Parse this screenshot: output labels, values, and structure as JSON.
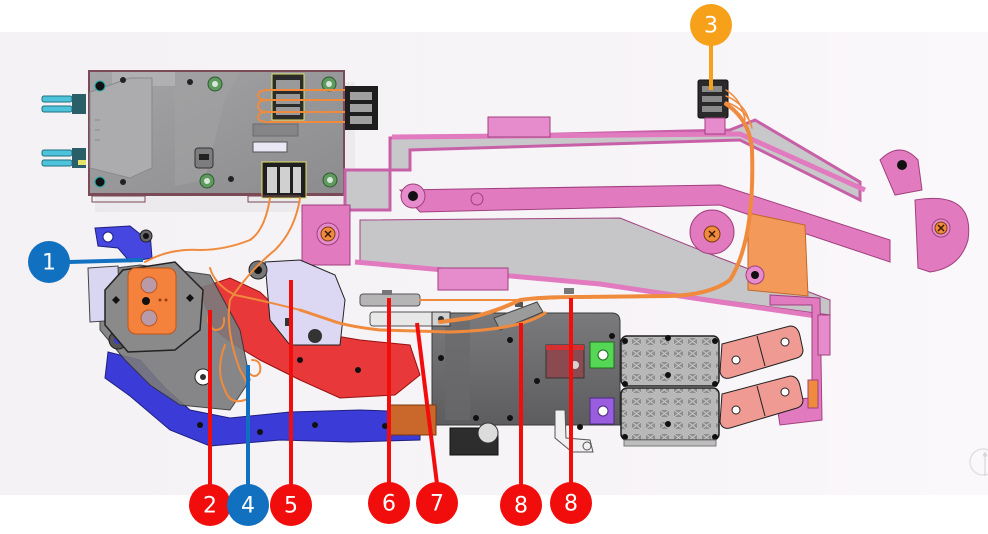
{
  "figure": {
    "type": "exploded CAD view of harness/actuator assembly with numbered callouts",
    "colors": {
      "background": "#ffffff",
      "render_background": "#f6f3f6",
      "callout_red": "#f20d0d",
      "callout_blue": "#1170c0",
      "callout_orange": "#f7a11a",
      "frame_pink": "#e27ac0",
      "panel_grey": "#c9c9cc",
      "module_grey": "#6e6e70",
      "control_unit_grey": "#9a9a9c",
      "wire_orange": "#f08a3c",
      "bracket_red": "#e8383a",
      "bracket_blue": "#3b3bd8",
      "terminal_salmon": "#f09a94",
      "tab_green": "#55d655",
      "tab_purple": "#9a5de0",
      "connector_cyan": "#4cc3da"
    },
    "components": [
      {
        "name": "control-unit",
        "description": "grey electronic control unit with connectors (top left)"
      },
      {
        "name": "pink-frame",
        "description": "pink structural frame with grey panels"
      },
      {
        "name": "round-motor-flange",
        "description": "orange round connector flange"
      },
      {
        "name": "red-bracket",
        "description": "red mounting bracket"
      },
      {
        "name": "blue-bracket",
        "description": "blue lower bracket"
      },
      {
        "name": "grey-module",
        "description": "dark grey module housing"
      },
      {
        "name": "cell-blocks",
        "description": "two grey lattice blocks"
      },
      {
        "name": "bus-terminals",
        "description": "two salmon busbar terminals"
      },
      {
        "name": "orange-harness",
        "description": "orange wire harness routing"
      }
    ]
  },
  "callouts": [
    {
      "id": "1",
      "label": "1",
      "color": "blue"
    },
    {
      "id": "2",
      "label": "2",
      "color": "red"
    },
    {
      "id": "3",
      "label": "3",
      "color": "orange"
    },
    {
      "id": "4",
      "label": "4",
      "color": "blue"
    },
    {
      "id": "5",
      "label": "5",
      "color": "red"
    },
    {
      "id": "6",
      "label": "6",
      "color": "red"
    },
    {
      "id": "7",
      "label": "7",
      "color": "red"
    },
    {
      "id": "8a",
      "label": "8",
      "color": "red"
    },
    {
      "id": "8b",
      "label": "8",
      "color": "red"
    }
  ],
  "orientation_widget": {
    "icon": "axis-triad-icon"
  }
}
